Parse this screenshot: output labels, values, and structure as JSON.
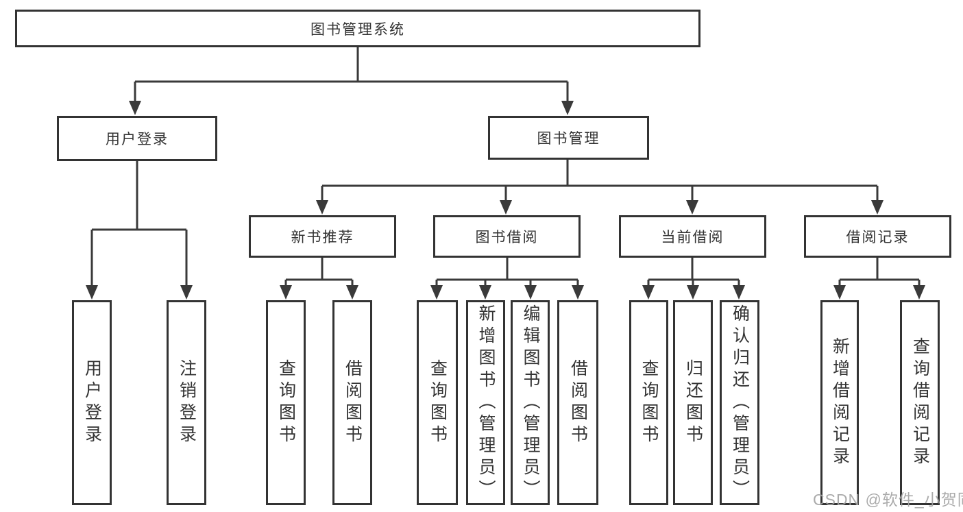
{
  "tree": {
    "root": {
      "label": "图书管理系统"
    },
    "branches": {
      "user_login": {
        "label": "用户登录",
        "children": [
          {
            "label": "用户登录"
          },
          {
            "label": "注销登录"
          }
        ]
      },
      "book_management": {
        "label": "图书管理",
        "sections": [
          {
            "label": "新书推荐",
            "children": [
              {
                "label": "查询图书"
              },
              {
                "label": "借阅图书"
              }
            ]
          },
          {
            "label": "图书借阅",
            "children": [
              {
                "label": "查询图书"
              },
              {
                "label": "新增图书（管理员）"
              },
              {
                "label": "编辑图书（管理员）"
              },
              {
                "label": "借阅图书"
              }
            ]
          },
          {
            "label": "当前借阅",
            "children": [
              {
                "label": "查询图书"
              },
              {
                "label": "归还图书"
              },
              {
                "label": "确认归还（管理员）"
              }
            ]
          },
          {
            "label": "借阅记录",
            "children": [
              {
                "label": "新增借阅记录"
              },
              {
                "label": "查询借阅记录"
              }
            ]
          }
        ]
      }
    }
  },
  "watermark": {
    "text": "CSDN @软件_小贺同学"
  },
  "colors": {
    "line": "#3a3a3a",
    "box_border": "#333333",
    "text": "#333333",
    "background": "#ffffff",
    "watermark": "#a3a3a3"
  }
}
